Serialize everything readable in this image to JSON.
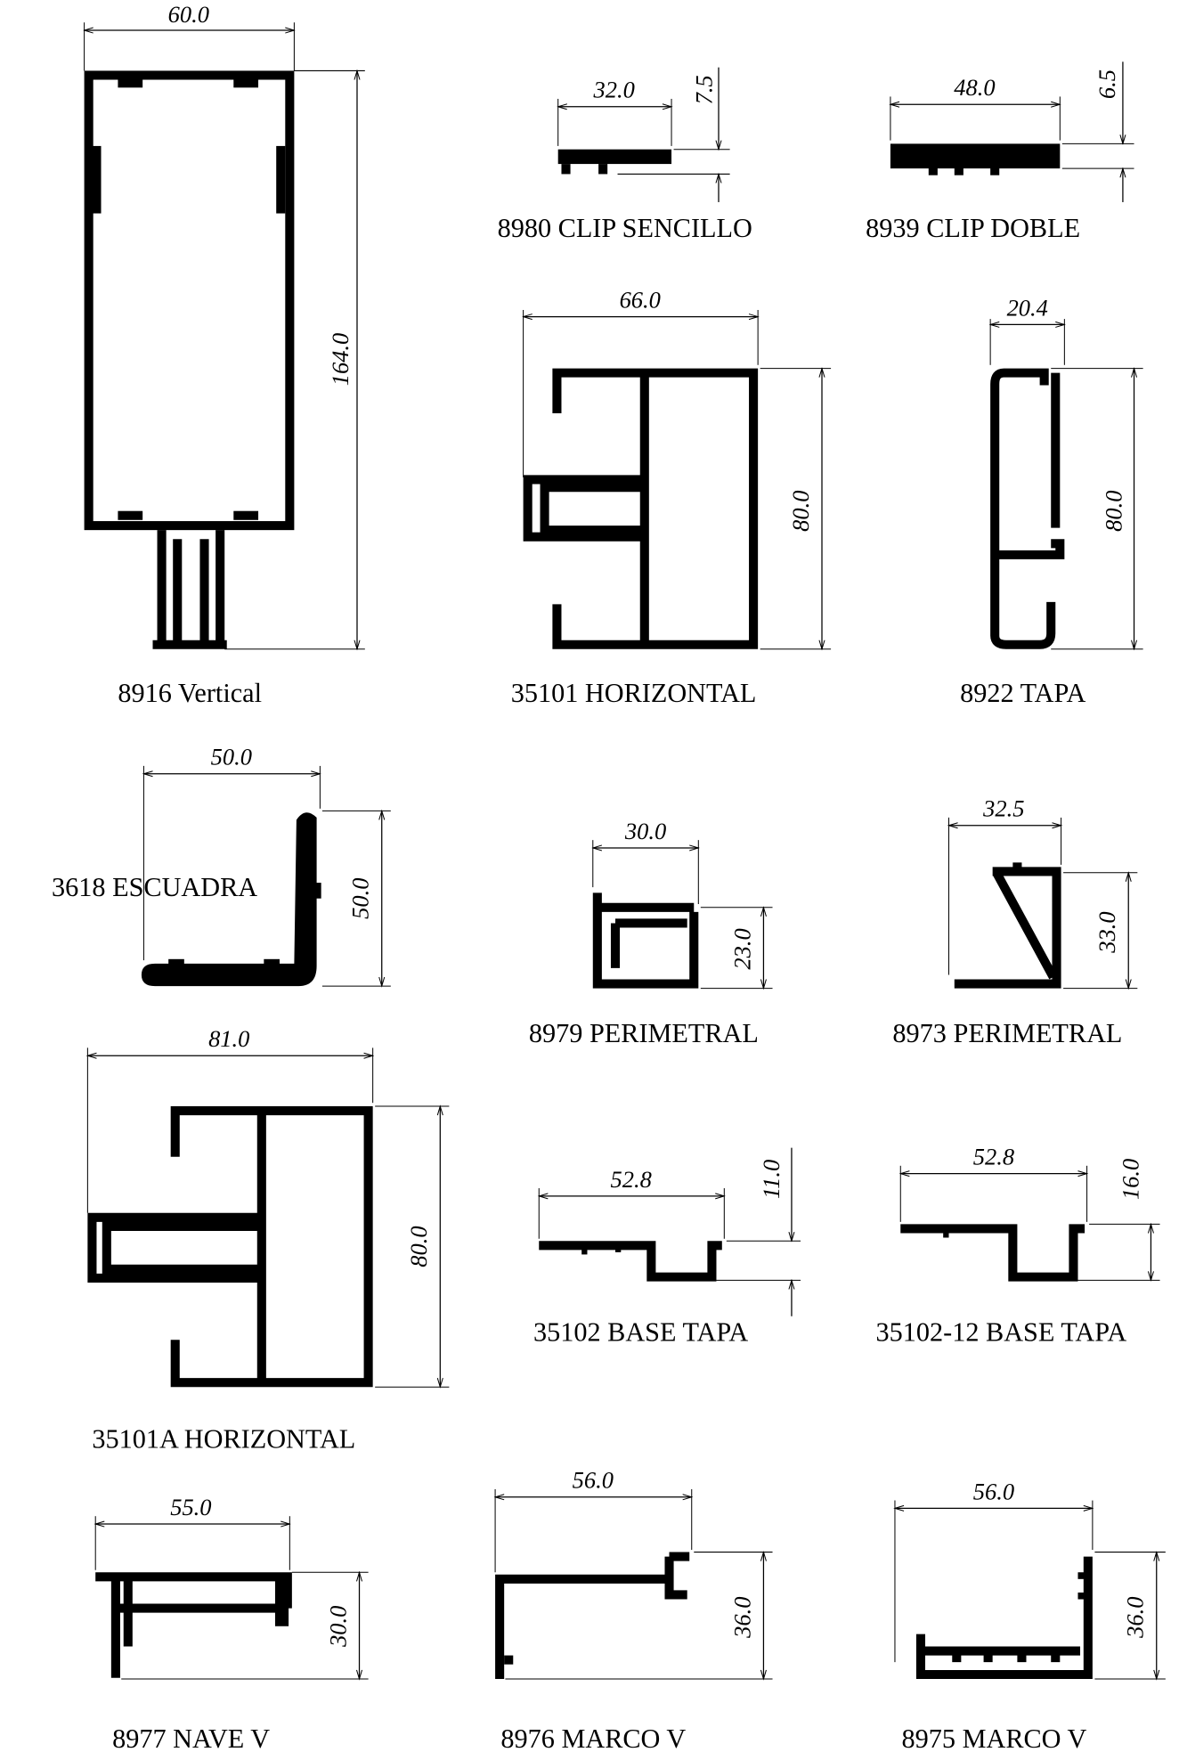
{
  "profiles": [
    {
      "code": "8916",
      "name": "Vertical",
      "width": "60.0",
      "height": "164.0"
    },
    {
      "code": "8980",
      "name": "CLIP SENCILLO",
      "width": "32.0",
      "height": "7.5"
    },
    {
      "code": "8939",
      "name": "CLIP DOBLE",
      "width": "48.0",
      "height": "6.5"
    },
    {
      "code": "35101",
      "name": "HORIZONTAL",
      "width": "66.0",
      "height": "80.0"
    },
    {
      "code": "8922",
      "name": "TAPA",
      "width": "20.4",
      "height": "80.0"
    },
    {
      "code": "3618",
      "name": "ESCUADRA",
      "width": "50.0",
      "height": "50.0"
    },
    {
      "code": "8979",
      "name": "PERIMETRAL",
      "width": "30.0",
      "height": "23.0"
    },
    {
      "code": "8973",
      "name": "PERIMETRAL",
      "width": "32.5",
      "height": "33.0"
    },
    {
      "code": "35101A",
      "name": "HORIZONTAL",
      "width": "81.0",
      "height": "80.0"
    },
    {
      "code": "35102",
      "name": "BASE TAPA",
      "width": "52.8",
      "height": "11.0"
    },
    {
      "code": "35102-12",
      "name": "BASE TAPA",
      "width": "52.8",
      "height": "16.0"
    },
    {
      "code": "8977",
      "name": "NAVE V",
      "width": "55.0",
      "height": "30.0"
    },
    {
      "code": "8976",
      "name": "MARCO V",
      "width": "56.0",
      "height": "36.0"
    },
    {
      "code": "8975",
      "name": "MARCO V",
      "width": "56.0",
      "height": "36.0"
    }
  ],
  "labels": [
    "8916  Vertical",
    "8980  CLIP SENCILLO",
    "8939  CLIP DOBLE",
    "35101  HORIZONTAL",
    "8922  TAPA",
    "3618  ESCUADRA",
    "8979  PERIMETRAL",
    "8973  PERIMETRAL",
    "35101A  HORIZONTAL",
    "35102  BASE TAPA",
    "35102-12  BASE TAPA",
    "8977  NAVE V",
    "8976  MARCO V",
    "8975  MARCO V"
  ]
}
